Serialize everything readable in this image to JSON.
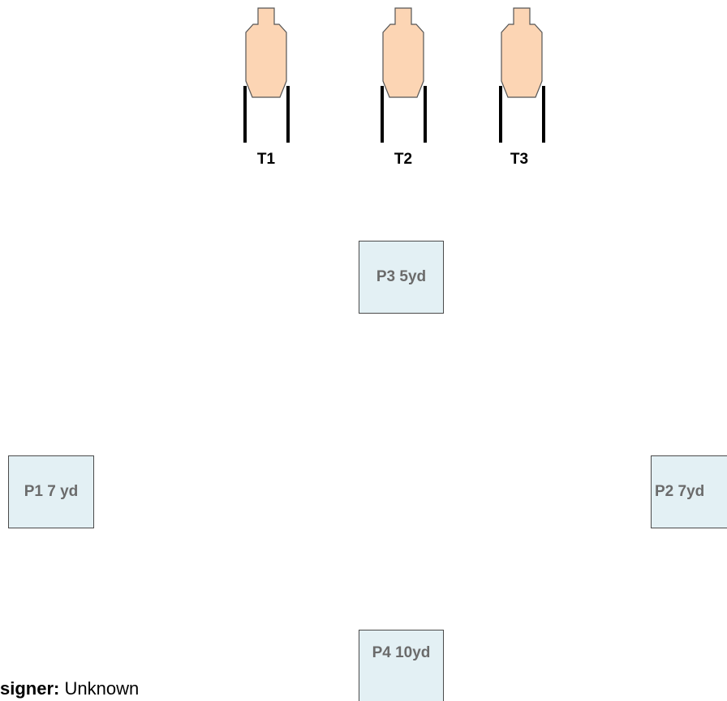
{
  "targets": [
    {
      "label": "T1"
    },
    {
      "label": "T2"
    },
    {
      "label": "T3"
    }
  ],
  "positions": [
    {
      "label": "P3 5yd"
    },
    {
      "label": "P1 7 yd"
    },
    {
      "label": "P2 7yd"
    },
    {
      "label": "P4 10yd"
    }
  ],
  "designer": {
    "key": "signer:",
    "value": "Unknown"
  },
  "colors": {
    "target_fill": "#fcd5b4",
    "target_stroke": "#555555",
    "position_fill": "#e3f0f4",
    "position_text": "#6b6b6b"
  }
}
